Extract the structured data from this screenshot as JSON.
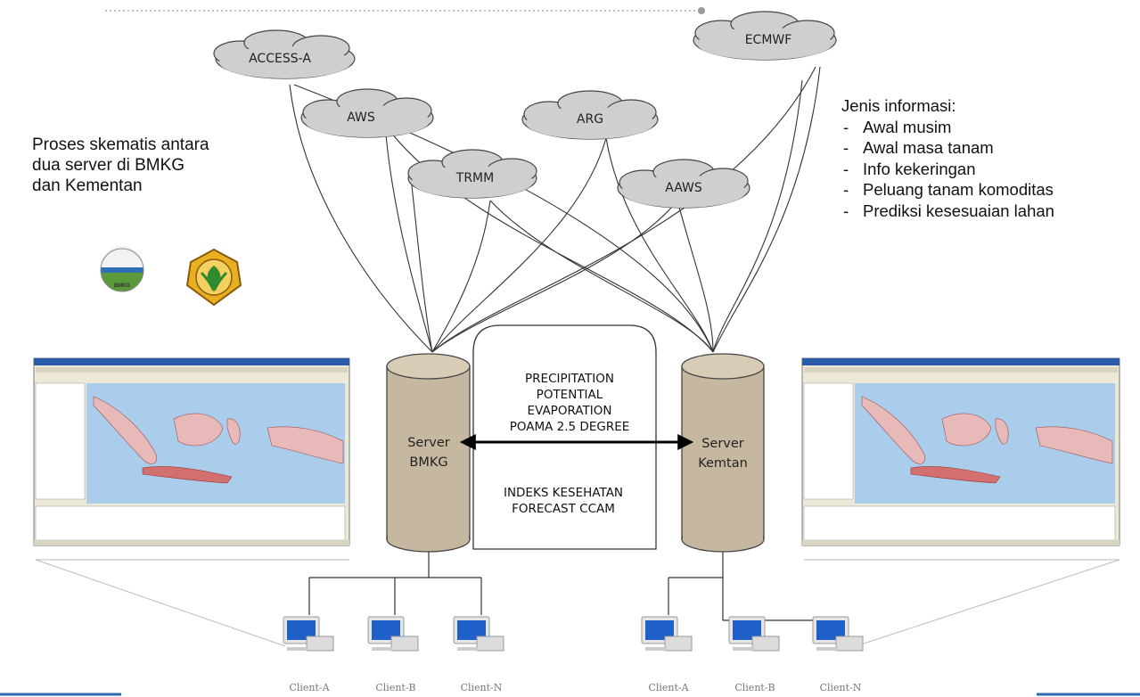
{
  "note": {
    "lines": [
      "Proses skematis antara",
      "dua server di BMKG",
      "dan Kementan"
    ]
  },
  "info": {
    "title": "Jenis informasi:",
    "items": [
      "Awal musim",
      "Awal masa tanam",
      "Info kekeringan",
      "Peluang tanam komoditas",
      "Prediksi kesesuaian lahan"
    ]
  },
  "sources": [
    "ACCESS-A",
    "ECMWF",
    "AWS",
    "ARG",
    "TRMM",
    "AAWS"
  ],
  "servers": {
    "bmkg": [
      "Server",
      "BMKG"
    ],
    "kemtan": [
      "Server",
      "Kemtan"
    ]
  },
  "exchange": {
    "top": [
      "PRECIPITATION",
      "POTENTIAL",
      "EVAPORATION",
      "POAMA 2.5 DEGREE"
    ],
    "bottom": [
      "INDEKS KESEHATAN",
      "FORECAST CCAM"
    ]
  },
  "clients_left": [
    "Client-A",
    "Client-B",
    "Client-N"
  ],
  "clients_right": [
    "Client-A",
    "Client-B",
    "Client-N"
  ],
  "logos": {
    "bmkg": "BMKG"
  },
  "colors": {
    "cloud_fill": "#cfcfcf",
    "server_fill": "#c6b8a0",
    "map_water": "#a9cdea",
    "map_land": "#e8b9b9",
    "accent_line": "#2b6bb0"
  }
}
